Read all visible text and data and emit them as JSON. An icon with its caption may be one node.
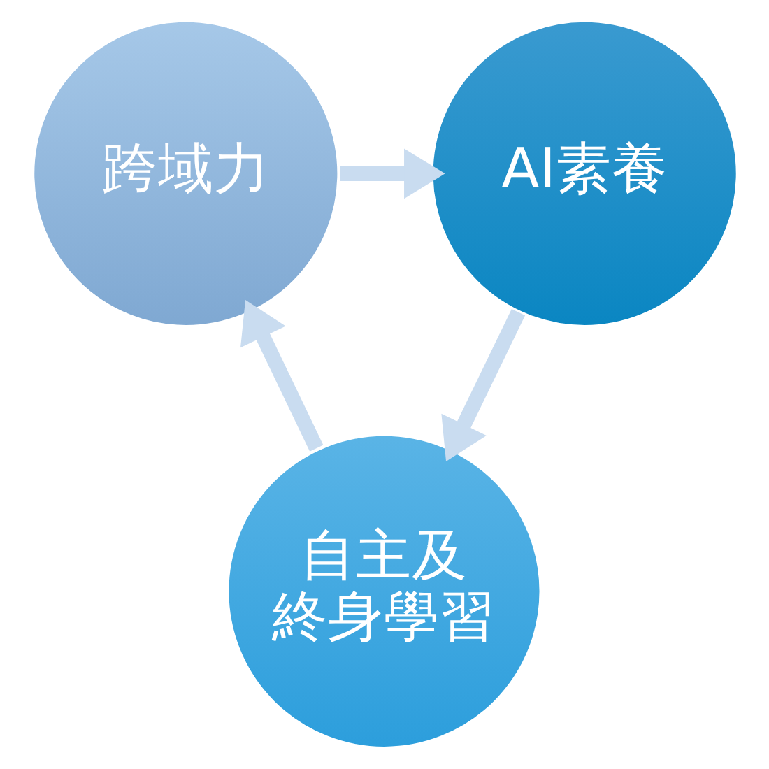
{
  "diagram": {
    "nodes": [
      {
        "text": [
          "跨域力"
        ]
      },
      {
        "text": [
          "AI素養"
        ]
      },
      {
        "text": [
          "自主及終身學習"
        ]
      }
    ],
    "edges": [
      {
        "from": 0,
        "to": 1,
        "arrow": "to"
      },
      {
        "from": 1,
        "to": 2,
        "arrow": "to"
      },
      {
        "from": 2,
        "to": 0,
        "arrow": "to"
      }
    ]
  }
}
